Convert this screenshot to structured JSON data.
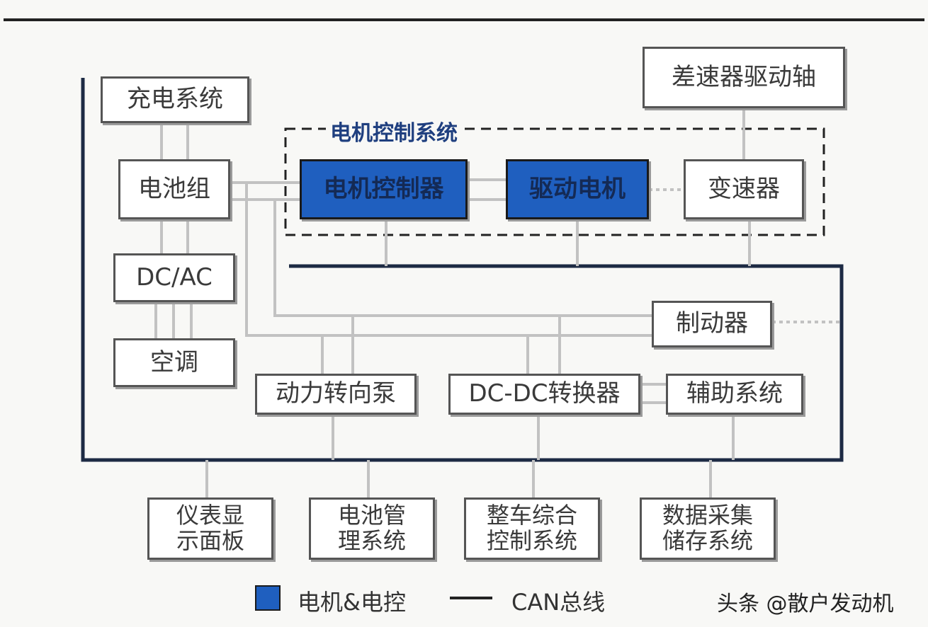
{
  "boxes": {
    "charging": "充电系统",
    "battery": "电池组",
    "dcac": "DC/AC",
    "aircon": "空调",
    "motor_controller": "电机控制器",
    "drive_motor": "驱动电机",
    "transmission": "变速器",
    "diff": "差速器驱动轴",
    "brake": "制动器",
    "power_steering": "动力转向泵",
    "dcdc": "DC-DC转换器",
    "aux": "辅助系统",
    "dashboard": [
      "仪表显",
      "示面板"
    ],
    "bms": [
      "电池管",
      "理系统"
    ],
    "vcu": [
      "整车综合",
      "控制系统"
    ],
    "data": [
      "数据采集",
      "储存系统"
    ]
  },
  "group_label": "电机控制系统",
  "legend": {
    "motor_label": "电机&电控",
    "can_label": "CAN总线",
    "accent": "#1f5fbf"
  },
  "watermark": "头条 @散户发动机"
}
